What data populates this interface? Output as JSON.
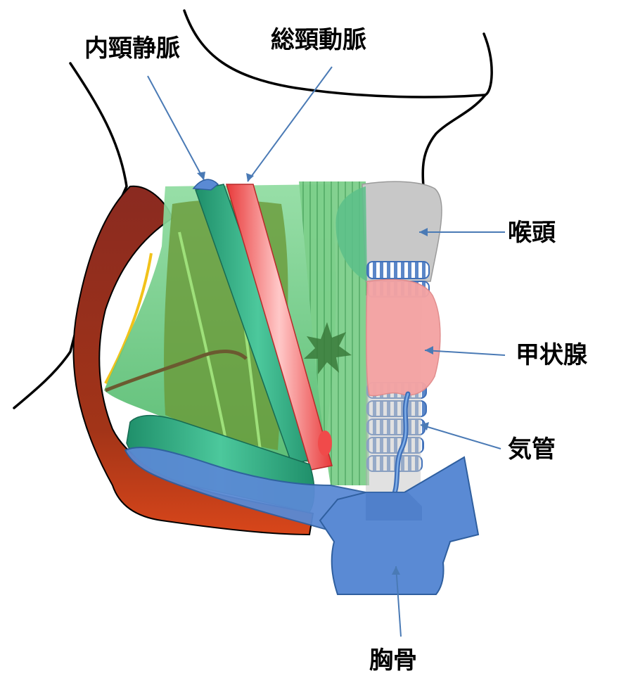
{
  "labels": {
    "internal_jugular_vein": "内頸静脈",
    "common_carotid_artery": "総頸動脈",
    "larynx": "喉頭",
    "thyroid": "甲状腺",
    "trachea": "気管",
    "sternum": "胸骨"
  },
  "colors": {
    "outline": "#000000",
    "leader": "#4a7ab5",
    "muscle_red": "#9b2d1f",
    "muscle_orange": "#c7421c",
    "muscle_green_light": "#7ed08a",
    "muscle_green_dark": "#2fa07a",
    "muscle_green_olive": "#5c8a2a",
    "artery": "#f04a4a",
    "vein": "#5a8ad4",
    "thyroid": "#f4a3a3",
    "larynx": "#c8c8c8",
    "trachea_ring": "#3f6fb8",
    "bone": "#5a8ad4",
    "nerve_yellow": "#f2c21a"
  }
}
